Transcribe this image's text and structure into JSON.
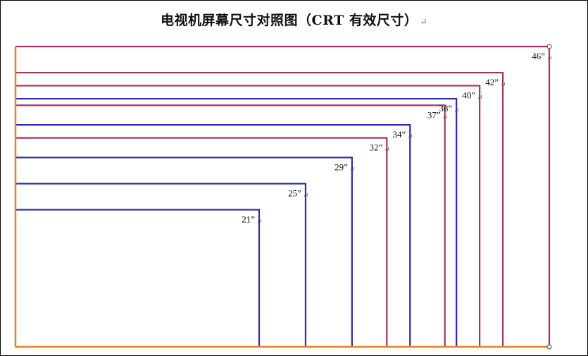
{
  "title": "电视机屏幕尺寸对照图（CRT 有效尺寸）",
  "paragraph_mark": "↵",
  "colors": {
    "blue": "#2b2bb8",
    "purple": "#a0346a",
    "orange": "#e8841f",
    "border": "#000000"
  },
  "chart_data": {
    "type": "diagram",
    "unit": "inch",
    "screens": [
      {
        "label": "21”",
        "size": 21,
        "color": "blue"
      },
      {
        "label": "25”",
        "size": 25,
        "color": "blue"
      },
      {
        "label": "29”",
        "size": 29,
        "color": "blue"
      },
      {
        "label": "32”",
        "size": 32,
        "color": "purple"
      },
      {
        "label": "34”",
        "size": 34,
        "color": "blue"
      },
      {
        "label": "37”",
        "size": 37,
        "color": "purple"
      },
      {
        "label": "38”",
        "size": 38,
        "color": "blue"
      },
      {
        "label": "40”",
        "size": 40,
        "color": "purple"
      },
      {
        "label": "42”",
        "size": 42,
        "color": "purple"
      },
      {
        "label": "46”",
        "size": 46,
        "color": "purple"
      }
    ]
  }
}
